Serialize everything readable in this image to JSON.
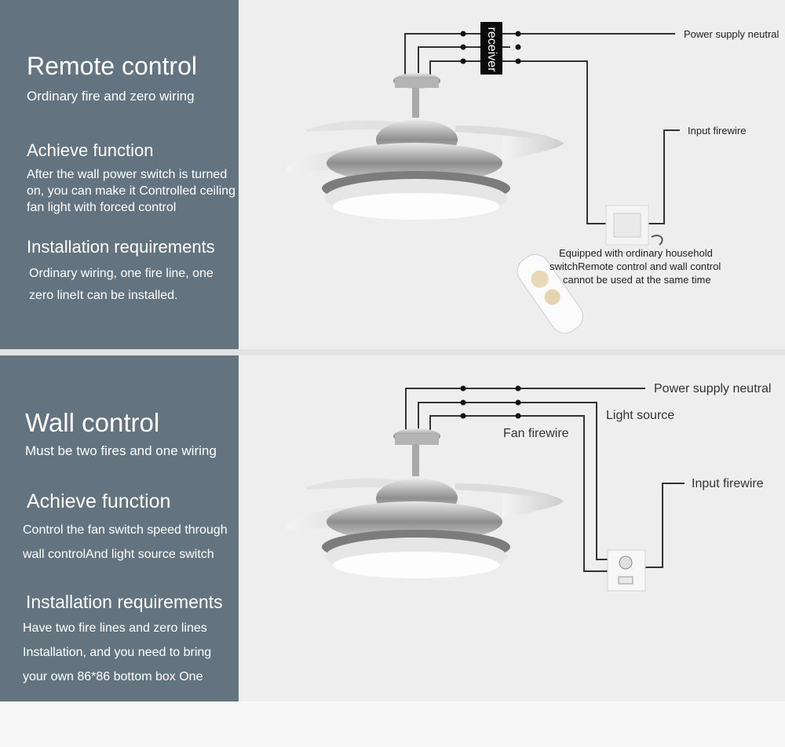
{
  "remote": {
    "title": "Remote control",
    "subtitle": "Ordinary fire and zero wiring",
    "achieve_heading": "Achieve function",
    "achieve_text": "After the wall power switch is turned on, you can make it Controlled ceiling fan light with forced control",
    "install_heading": "Installation requirements",
    "install_text_1": "Ordinary wiring, one fire line, one",
    "install_text_2": "zero lineIt can be installed.",
    "receiver_label": "receiver",
    "label_neutral": "Power supply neutral",
    "label_input": "Input firewire",
    "note_1": "Equipped with ordinary household",
    "note_2": "switchRemote control and wall control",
    "note_3": "cannot be used at the same time"
  },
  "wall": {
    "title": "Wall control",
    "subtitle": "Must be two fires and one wiring",
    "achieve_heading": "Achieve function",
    "achieve_text_1": "Control the fan switch speed through",
    "achieve_text_2": "wall controlAnd light source switch",
    "install_heading": "Installation requirements",
    "install_text_1": "Have two fire lines and zero lines",
    "install_text_2": "Installation, and you need to bring",
    "install_text_3": "your own 86*86 bottom box One",
    "label_neutral": "Power supply neutral",
    "label_light": "Light source",
    "label_fan": "Fan firewire",
    "label_input": "Input firewire"
  },
  "colors": {
    "sidebar": "#637480",
    "panel": "#eeeeee"
  }
}
